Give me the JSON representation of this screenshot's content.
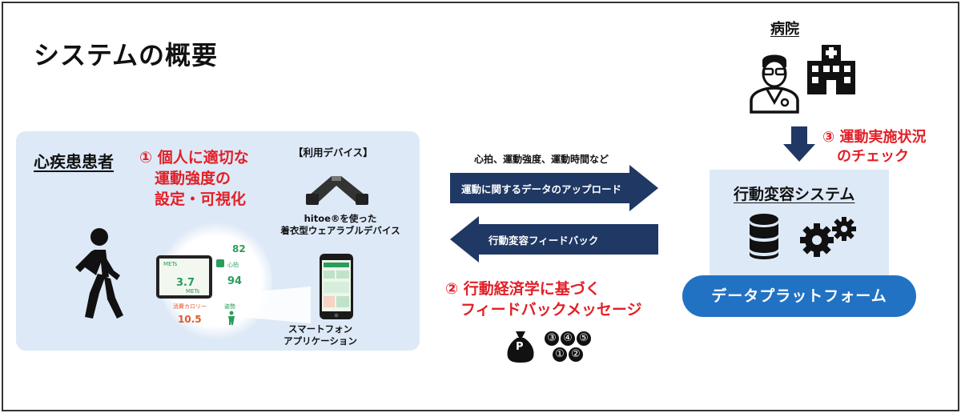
{
  "title": "システムの概要",
  "patient": {
    "heading": "心疾患患者",
    "step1": "① 個人に適切な\n　運動強度の\n　設定・可視化",
    "device_heading": "【利用デバイス】",
    "device_caption": "hitoe®を使った\n着衣型ウェアラブルデバイス",
    "phone_caption": "スマートフォン\nアプリケーション",
    "vitals": {
      "mets_label": "METs",
      "mets_value": "3.7",
      "hr_label": "心拍",
      "hr_value": "94",
      "steps_value": "82",
      "cal_label": "消費カロリー",
      "cal_value": "10.5",
      "activity_label": "姿勢"
    }
  },
  "flows": {
    "top_caption": "心拍、運動強度、運動時間など",
    "upload_label": "運動に関するデータのアップロード",
    "feedback_label": "行動変容フィードバック",
    "step2": "② 行動経済学に基づく\n　フィードバックメッセージ",
    "point_icon_letter": "P",
    "coins_top": [
      "③",
      "④",
      "⑤"
    ],
    "coins_bottom": [
      "①",
      "②"
    ]
  },
  "hospital": {
    "label": "病院",
    "step3": "③ 運動実施状況\n　のチェック"
  },
  "system": {
    "heading": "行動変容システム",
    "platform_label": "データプラットフォーム"
  },
  "colors": {
    "accent_red": "#e21f26",
    "arrow_navy": "#1f3864",
    "panel_blue": "#dde9f7",
    "platform_blue": "#2272c3"
  },
  "icons": [
    "walking-person-icon",
    "tablet-icon",
    "wearable-device-icon",
    "smartphone-icon",
    "doctor-icon",
    "hospital-building-icon",
    "down-arrow-icon",
    "database-icon",
    "gears-icon",
    "point-bag-icon",
    "coins-icon"
  ]
}
